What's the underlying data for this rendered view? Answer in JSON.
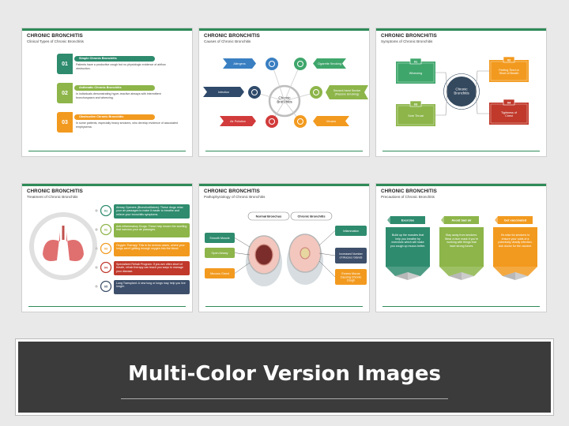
{
  "footer": {
    "title": "Multi-Color Version Images"
  },
  "slides": [
    {
      "title": "CHRONIC BRONCHITIS",
      "subtitle": "Clinical Types of Chronic Bronchitis",
      "rows": [
        {
          "num": "01",
          "head": "Simple Chronic Bronchitis",
          "text": "Patients have a productive cough but no physiologic evidence of airflow obstruction.",
          "color": "#2e8b6e"
        },
        {
          "num": "02",
          "head": "Asthmatic Chronic Bronchitis",
          "text": "In individuals demonstrating hyper-reactive airways with intermittent bronchospasm and wheezing.",
          "color": "#8db54a"
        },
        {
          "num": "03",
          "head": "Obstructive Chronic Bronchitis",
          "text": "In some patients, especially heavy smokers, who develop evidence of associated emphysema.",
          "color": "#f29a1f"
        }
      ]
    },
    {
      "title": "CHRONIC BRONCHITIS",
      "subtitle": "Causes of Chronic Bronchitis",
      "center": "Chronic Bronchitis",
      "causes": [
        "Allergens",
        "Cigarette Smoking",
        "Infection",
        "Second-hand Smoke (Passive Smoking)",
        "Air Pollution",
        "Viruses"
      ],
      "colors": [
        "#3a7fc2",
        "#3fa66b",
        "#2f4a6a",
        "#8db54a",
        "#d23b3b",
        "#f29a1f"
      ]
    },
    {
      "title": "CHRONIC BRONCHITIS",
      "subtitle": "Symptoms of Chronic Bronchitis",
      "center": "Chronic Bronchitis",
      "items": [
        {
          "num": "01",
          "label": "Wheezing",
          "color": "#3fa66b"
        },
        {
          "num": "02",
          "label": "Feeling Tired or Short of Breath",
          "color": "#f29a1f"
        },
        {
          "num": "03",
          "label": "Sore Throat",
          "color": "#8db54a"
        },
        {
          "num": "04",
          "label": "Tightness of Chest",
          "color": "#c0392b"
        }
      ]
    },
    {
      "title": "CHRONIC BRONCHITIS",
      "subtitle": "Treatment of Chronic Bronchitis",
      "rows": [
        {
          "num": "01",
          "text": "Airway Openers (Bronchodilators): These drugs relax your air passages to make it easier to breathe and relieve your bronchitis symptoms.",
          "color": "#2e8b6e"
        },
        {
          "num": "02",
          "text": "Anti-inflammatory Drugs: These help lessen the swelling that narrows your air passages.",
          "color": "#8db54a"
        },
        {
          "num": "03",
          "text": "Oxygen Therapy: This is for serious cases, where your lungs aren't getting enough oxygen into the blood.",
          "color": "#f29a1f"
        },
        {
          "num": "04",
          "text": "Specialized Rehab Program: If you are often short of breath, rehab therapy can teach you ways to manage your disease.",
          "color": "#c0392b"
        },
        {
          "num": "05",
          "text": "Lung Transplant: A new lung or lungs may help you live longer.",
          "color": "#3d4f6a"
        }
      ]
    },
    {
      "title": "CHRONIC BRONCHITIS",
      "subtitle": "Pathophysiology of Chronic Bronchitis",
      "top_labels": [
        "Normal Bronchus",
        "Chronic Bronchitis"
      ],
      "left": [
        "Smooth Muscle",
        "Open Airway",
        "Mucous Gland"
      ],
      "right": [
        "Inflammation",
        "Increased Number of Mucous Glands",
        "Excess Mucus Causing Chronic Cough"
      ],
      "left_colors": [
        "#2e8b6e",
        "#8db54a",
        "#f29a1f"
      ],
      "right_colors": [
        "#2e8b6e",
        "#3d4f6a",
        "#f29a1f"
      ]
    },
    {
      "title": "CHRONIC BRONCHITIS",
      "subtitle": "Precautions of Chronic Bronchitis",
      "items": [
        {
          "head": "Exercise",
          "text": "Build up the muscles that help you breathe by exercises which will make you cough up mucus better.",
          "color": "#2e8b6e"
        },
        {
          "head": "Avoid bad air",
          "text": "Stay away from smokers. Wear a face mask if you're working with things that have strong fumes.",
          "color": "#8db54a"
        },
        {
          "head": "Get vaccinated",
          "text": "It's wise for smokers to ensure your odds of a potentially deadly infection. Ask doctor for the vaccine.",
          "color": "#f29a1f"
        }
      ]
    }
  ]
}
